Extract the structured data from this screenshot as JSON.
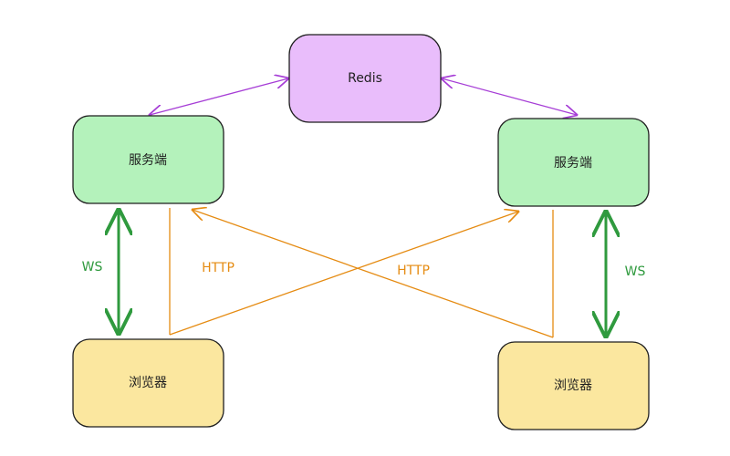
{
  "nodes": {
    "redis": {
      "label": "Redis",
      "fill": "#e9bdfb",
      "stroke": "#1f1f1f"
    },
    "server_left": {
      "label": "服务端",
      "fill": "#b4f2bb",
      "stroke": "#1f1f1f"
    },
    "server_right": {
      "label": "服务端",
      "fill": "#b4f2bb",
      "stroke": "#1f1f1f"
    },
    "browser_left": {
      "label": "浏览器",
      "fill": "#fbe79f",
      "stroke": "#1f1f1f"
    },
    "browser_right": {
      "label": "浏览器",
      "fill": "#fbe79f",
      "stroke": "#1f1f1f"
    }
  },
  "edges": {
    "ws_left": {
      "label": "WS",
      "color": "#2f9a3e"
    },
    "ws_right": {
      "label": "WS",
      "color": "#2f9a3e"
    },
    "http_left": {
      "label": "HTTP",
      "color": "#e58b12"
    },
    "http_right": {
      "label": "HTTP",
      "color": "#e58b12"
    },
    "redis_links": {
      "color": "#a63dd6"
    }
  },
  "colors": {
    "text": "#1f1f1f",
    "background": "#ffffff"
  }
}
